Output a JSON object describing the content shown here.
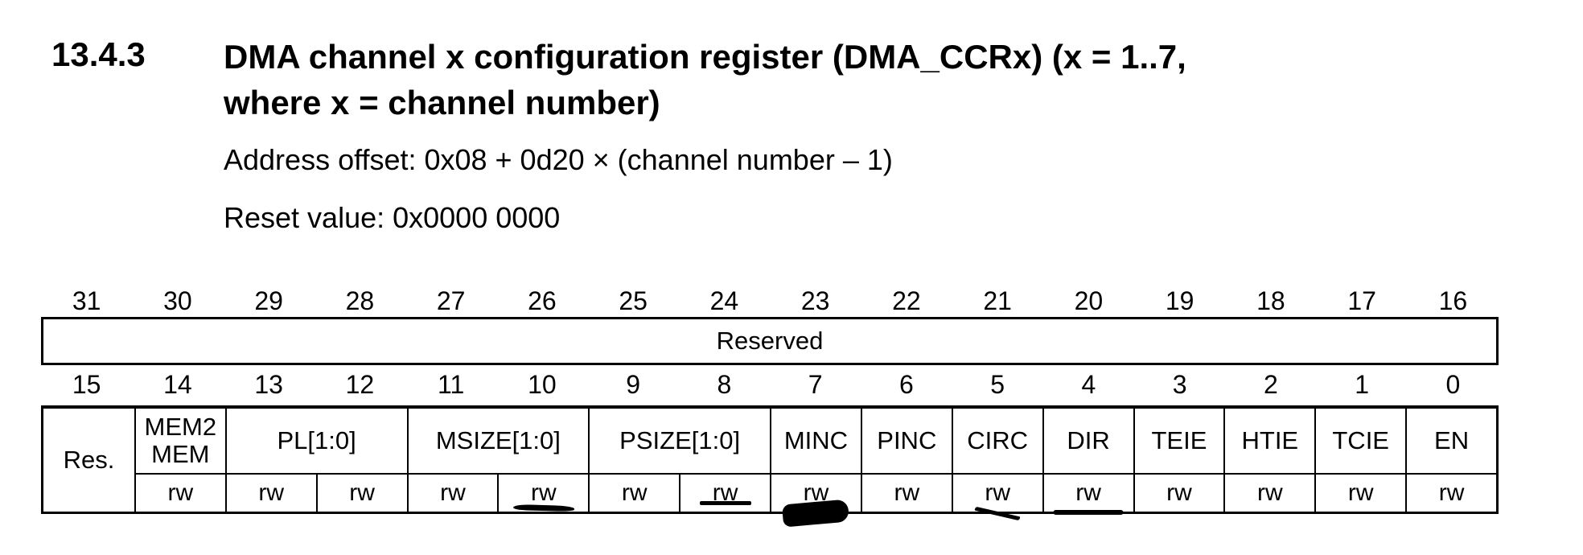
{
  "document": {
    "section_number": "13.4.3",
    "title_line_1": "DMA channel x configuration register (DMA_CCRx) (x = 1..7,",
    "title_line_2": "where x = channel number)",
    "address_offset": "Address offset: 0x08 + 0d20 × (channel number – 1)",
    "reset_value": "Reset value: 0x0000 0000"
  },
  "register_diagram": {
    "high_bit_numbers": [
      "31",
      "30",
      "29",
      "28",
      "27",
      "26",
      "25",
      "24",
      "23",
      "22",
      "21",
      "20",
      "19",
      "18",
      "17",
      "16"
    ],
    "high_word_label": "Reserved",
    "low_bit_numbers": [
      "15",
      "14",
      "13",
      "12",
      "11",
      "10",
      "9",
      "8",
      "7",
      "6",
      "5",
      "4",
      "3",
      "2",
      "1",
      "0"
    ],
    "fields": {
      "res": "Res.",
      "mem2mem": "MEM2 MEM",
      "pl": "PL[1:0]",
      "msize": "MSIZE[1:0]",
      "psize": "PSIZE[1:0]",
      "minc": "MINC",
      "pinc": "PINC",
      "circ": "CIRC",
      "dir": "DIR",
      "teie": "TEIE",
      "htie": "HTIE",
      "tcie": "TCIE",
      "en": "EN"
    },
    "rw_flags": [
      "rw",
      "rw",
      "rw",
      "rw",
      "rw",
      "rw",
      "rw",
      "rw",
      "rw",
      "rw",
      "rw",
      "rw",
      "rw",
      "rw",
      "rw"
    ],
    "pen_annotations": [
      {
        "over_bit": 10,
        "shape": "curved-underline"
      },
      {
        "over_bit": 8,
        "shape": "straight-underline"
      },
      {
        "over_bit": 7,
        "shape": "filled-blob"
      },
      {
        "over_bit": 5,
        "shape": "diagonal-stroke"
      },
      {
        "over_bit": 4,
        "shape": "thick-underline"
      }
    ],
    "ink_color": "#000000"
  }
}
